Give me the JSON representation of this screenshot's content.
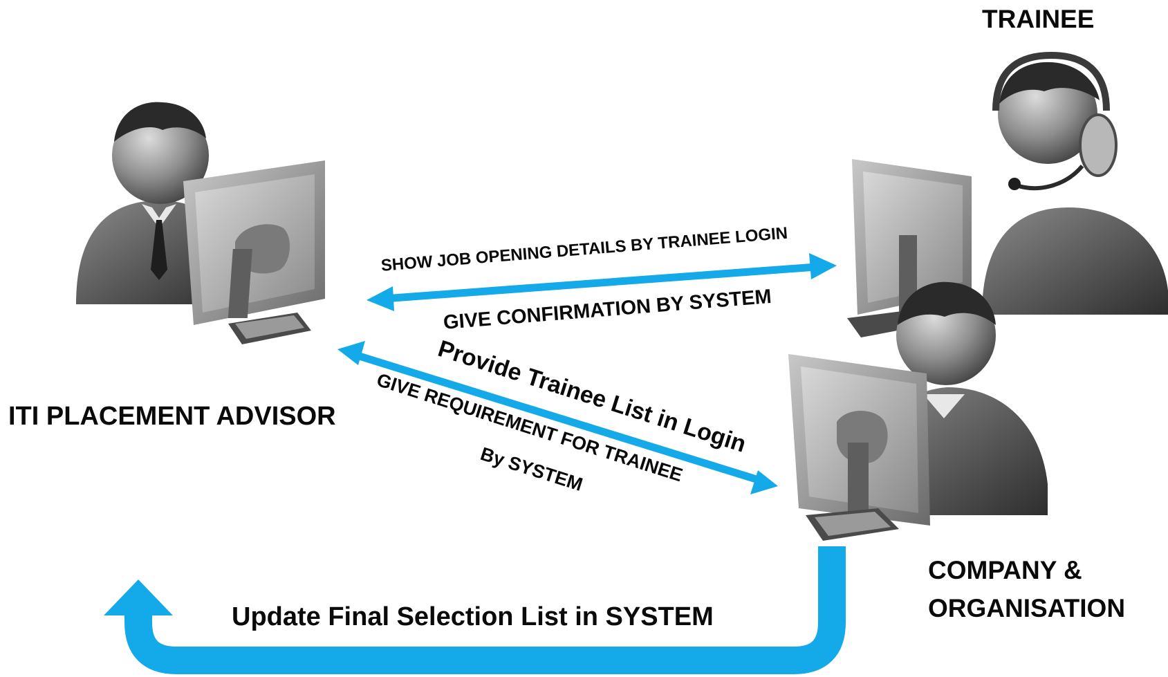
{
  "roles": {
    "advisor": "ITI PLACEMENT ADVISOR",
    "trainee": "TRAINEE",
    "company_line1": "COMPANY &",
    "company_line2": "ORGANISATION"
  },
  "flows": {
    "show_job": "SHOW JOB OPENING DETAILS BY TRAINEE LOGIN",
    "give_confirmation": "GIVE CONFIRMATION BY SYSTEM",
    "provide_list": "Provide Trainee List in Login",
    "give_requirement_line1": "GIVE REQUIREMENT FOR TRAINEE",
    "give_requirement_line2": "By SYSTEM",
    "update_final": "Update Final Selection List in SYSTEM"
  },
  "colors": {
    "arrow": "#14a9e8",
    "figure": "#5a5a5a",
    "monitor": "#9a9a9a"
  },
  "icons": [
    "advisor-person-icon",
    "trainee-person-icon",
    "company-person-icon",
    "monitor-icon",
    "headset-icon"
  ]
}
